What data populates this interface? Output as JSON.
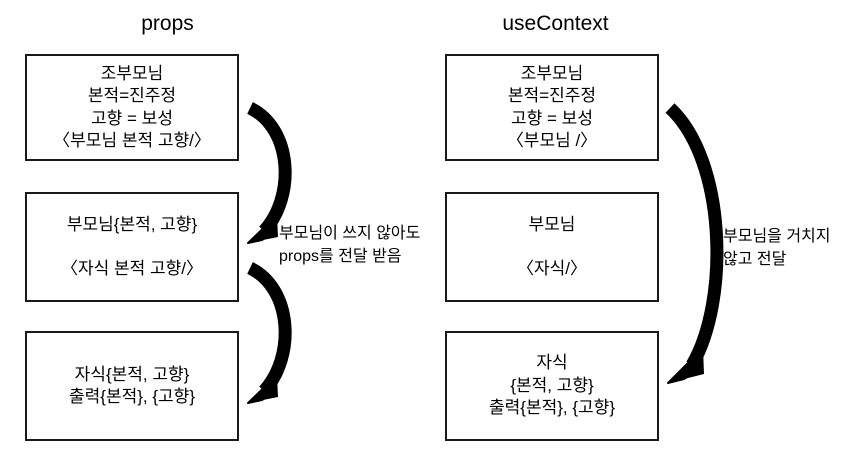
{
  "diagram": {
    "columns": [
      {
        "id": "props",
        "title": "props",
        "boxes": [
          {
            "id": "grandparent",
            "lines": [
              "조부모님",
              "본적=진주정",
              "고향 = 보성",
              "〈부모님 본적 고향/〉"
            ]
          },
          {
            "id": "parent",
            "lines": [
              "부모님{본적, 고향}",
              "〈자식 본적 고향/〉"
            ]
          },
          {
            "id": "child",
            "lines": [
              "자식{본적, 고향}",
              "출력{본적}, {고향}"
            ]
          }
        ],
        "annotation": "부모님이 쓰지 않아도\nprops를 전달 받음"
      },
      {
        "id": "useContext",
        "title": "useContext",
        "boxes": [
          {
            "id": "grandparent",
            "lines": [
              "조부모님",
              "본적=진주정",
              "고향 = 보성",
              "〈부모님 /〉"
            ]
          },
          {
            "id": "parent",
            "lines": [
              "부모님",
              "〈자식/〉"
            ]
          },
          {
            "id": "child",
            "lines": [
              "자식",
              "{본적, 고향}",
              "출력{본적}, {고향}"
            ]
          }
        ],
        "annotation": "부모님을 거치지\n않고 전달"
      }
    ],
    "arrows": [
      {
        "id": "props-grandparent-to-parent",
        "label": ""
      },
      {
        "id": "props-parent-to-child",
        "label": ""
      },
      {
        "id": "context-grandparent-to-child",
        "label": ""
      }
    ],
    "colors": {
      "background": "#ffffff",
      "stroke": "#1a1a1a",
      "arrow": "#000000",
      "text": "#000000"
    }
  }
}
